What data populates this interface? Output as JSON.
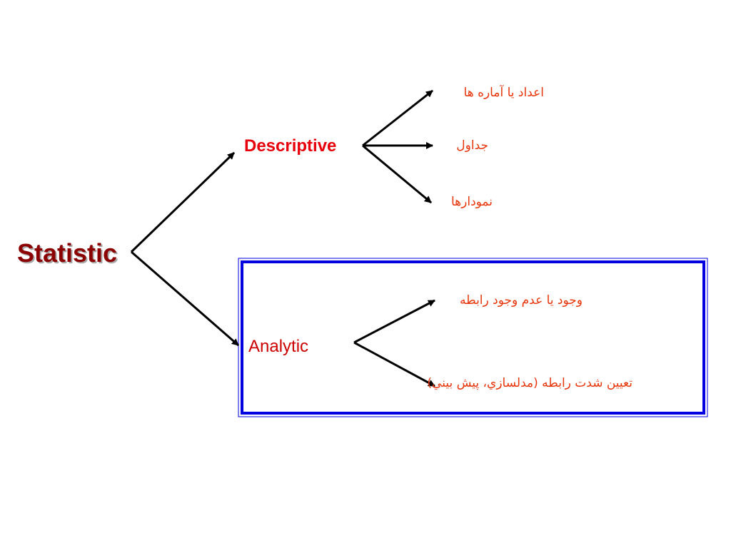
{
  "diagram": {
    "root": {
      "label": "Statistic"
    },
    "branches": {
      "descriptive": {
        "label": "Descriptive",
        "children": [
          "اعداد يا آماره ها",
          "جداول",
          "نمودارها"
        ]
      },
      "analytic": {
        "label": "Analytic",
        "children": [
          "وجود يا عدم وجود رابطه",
          "تعيين شدت رابطه (مدلسازي، پيش بيني)"
        ]
      }
    },
    "colors": {
      "root_text": "#8b0000",
      "branch_text": "#e8000b",
      "leaf_text": "#e8360c",
      "box_border": "#0000e0",
      "arrows": "#000000"
    }
  }
}
